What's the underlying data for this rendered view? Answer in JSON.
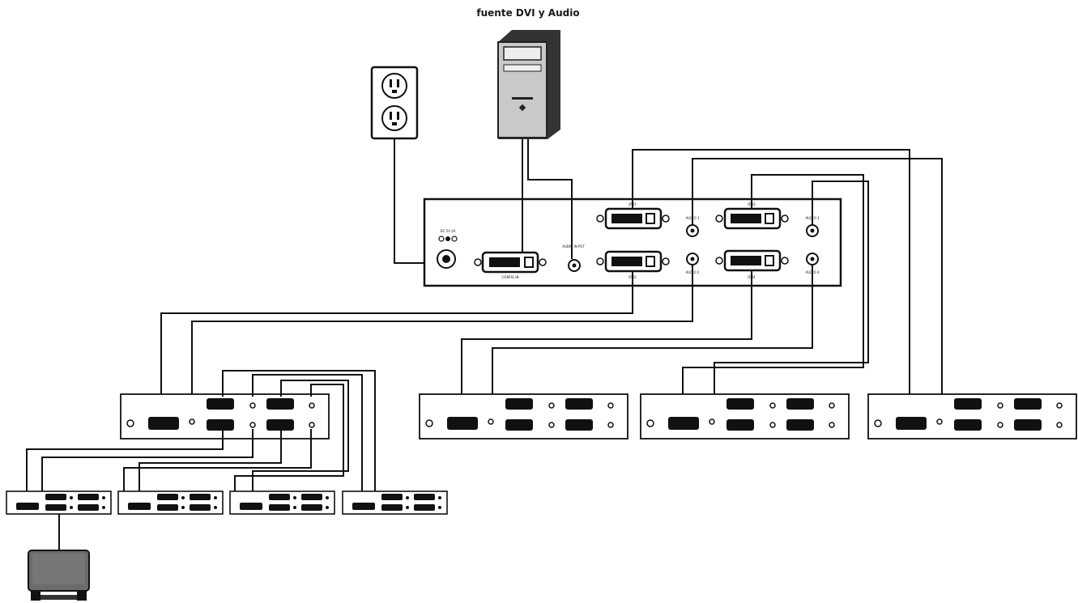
{
  "diagram": {
    "title": "fuente DVI y Audio",
    "colors": {
      "line": "#111111",
      "panel": "#ffffff",
      "tower": "#c9c9c9",
      "tower_dark": "#333333",
      "monitor": "#6b6b6b"
    },
    "icons": [
      "wall-outlet-icon",
      "computer-tower-icon",
      "monitor-icon",
      "dvi-port-icon",
      "audio-jack-icon",
      "power-jack-icon"
    ],
    "main_splitter": {
      "labels": {
        "power": "DC 5V 2A",
        "input": "CONFIG IN",
        "audio_in": "AUDIO IN PUT",
        "dvi1": "DVI1",
        "dvi2": "DVI2",
        "dvi3": "DVI3",
        "dvi4": "DVI4",
        "audio1": "AUDIO 1",
        "audio2": "AUDIO 2",
        "audio3": "AUDIO 3",
        "audio4": "AUDIO 4"
      }
    },
    "second_tier_count": 4,
    "third_tier_count": 4
  }
}
